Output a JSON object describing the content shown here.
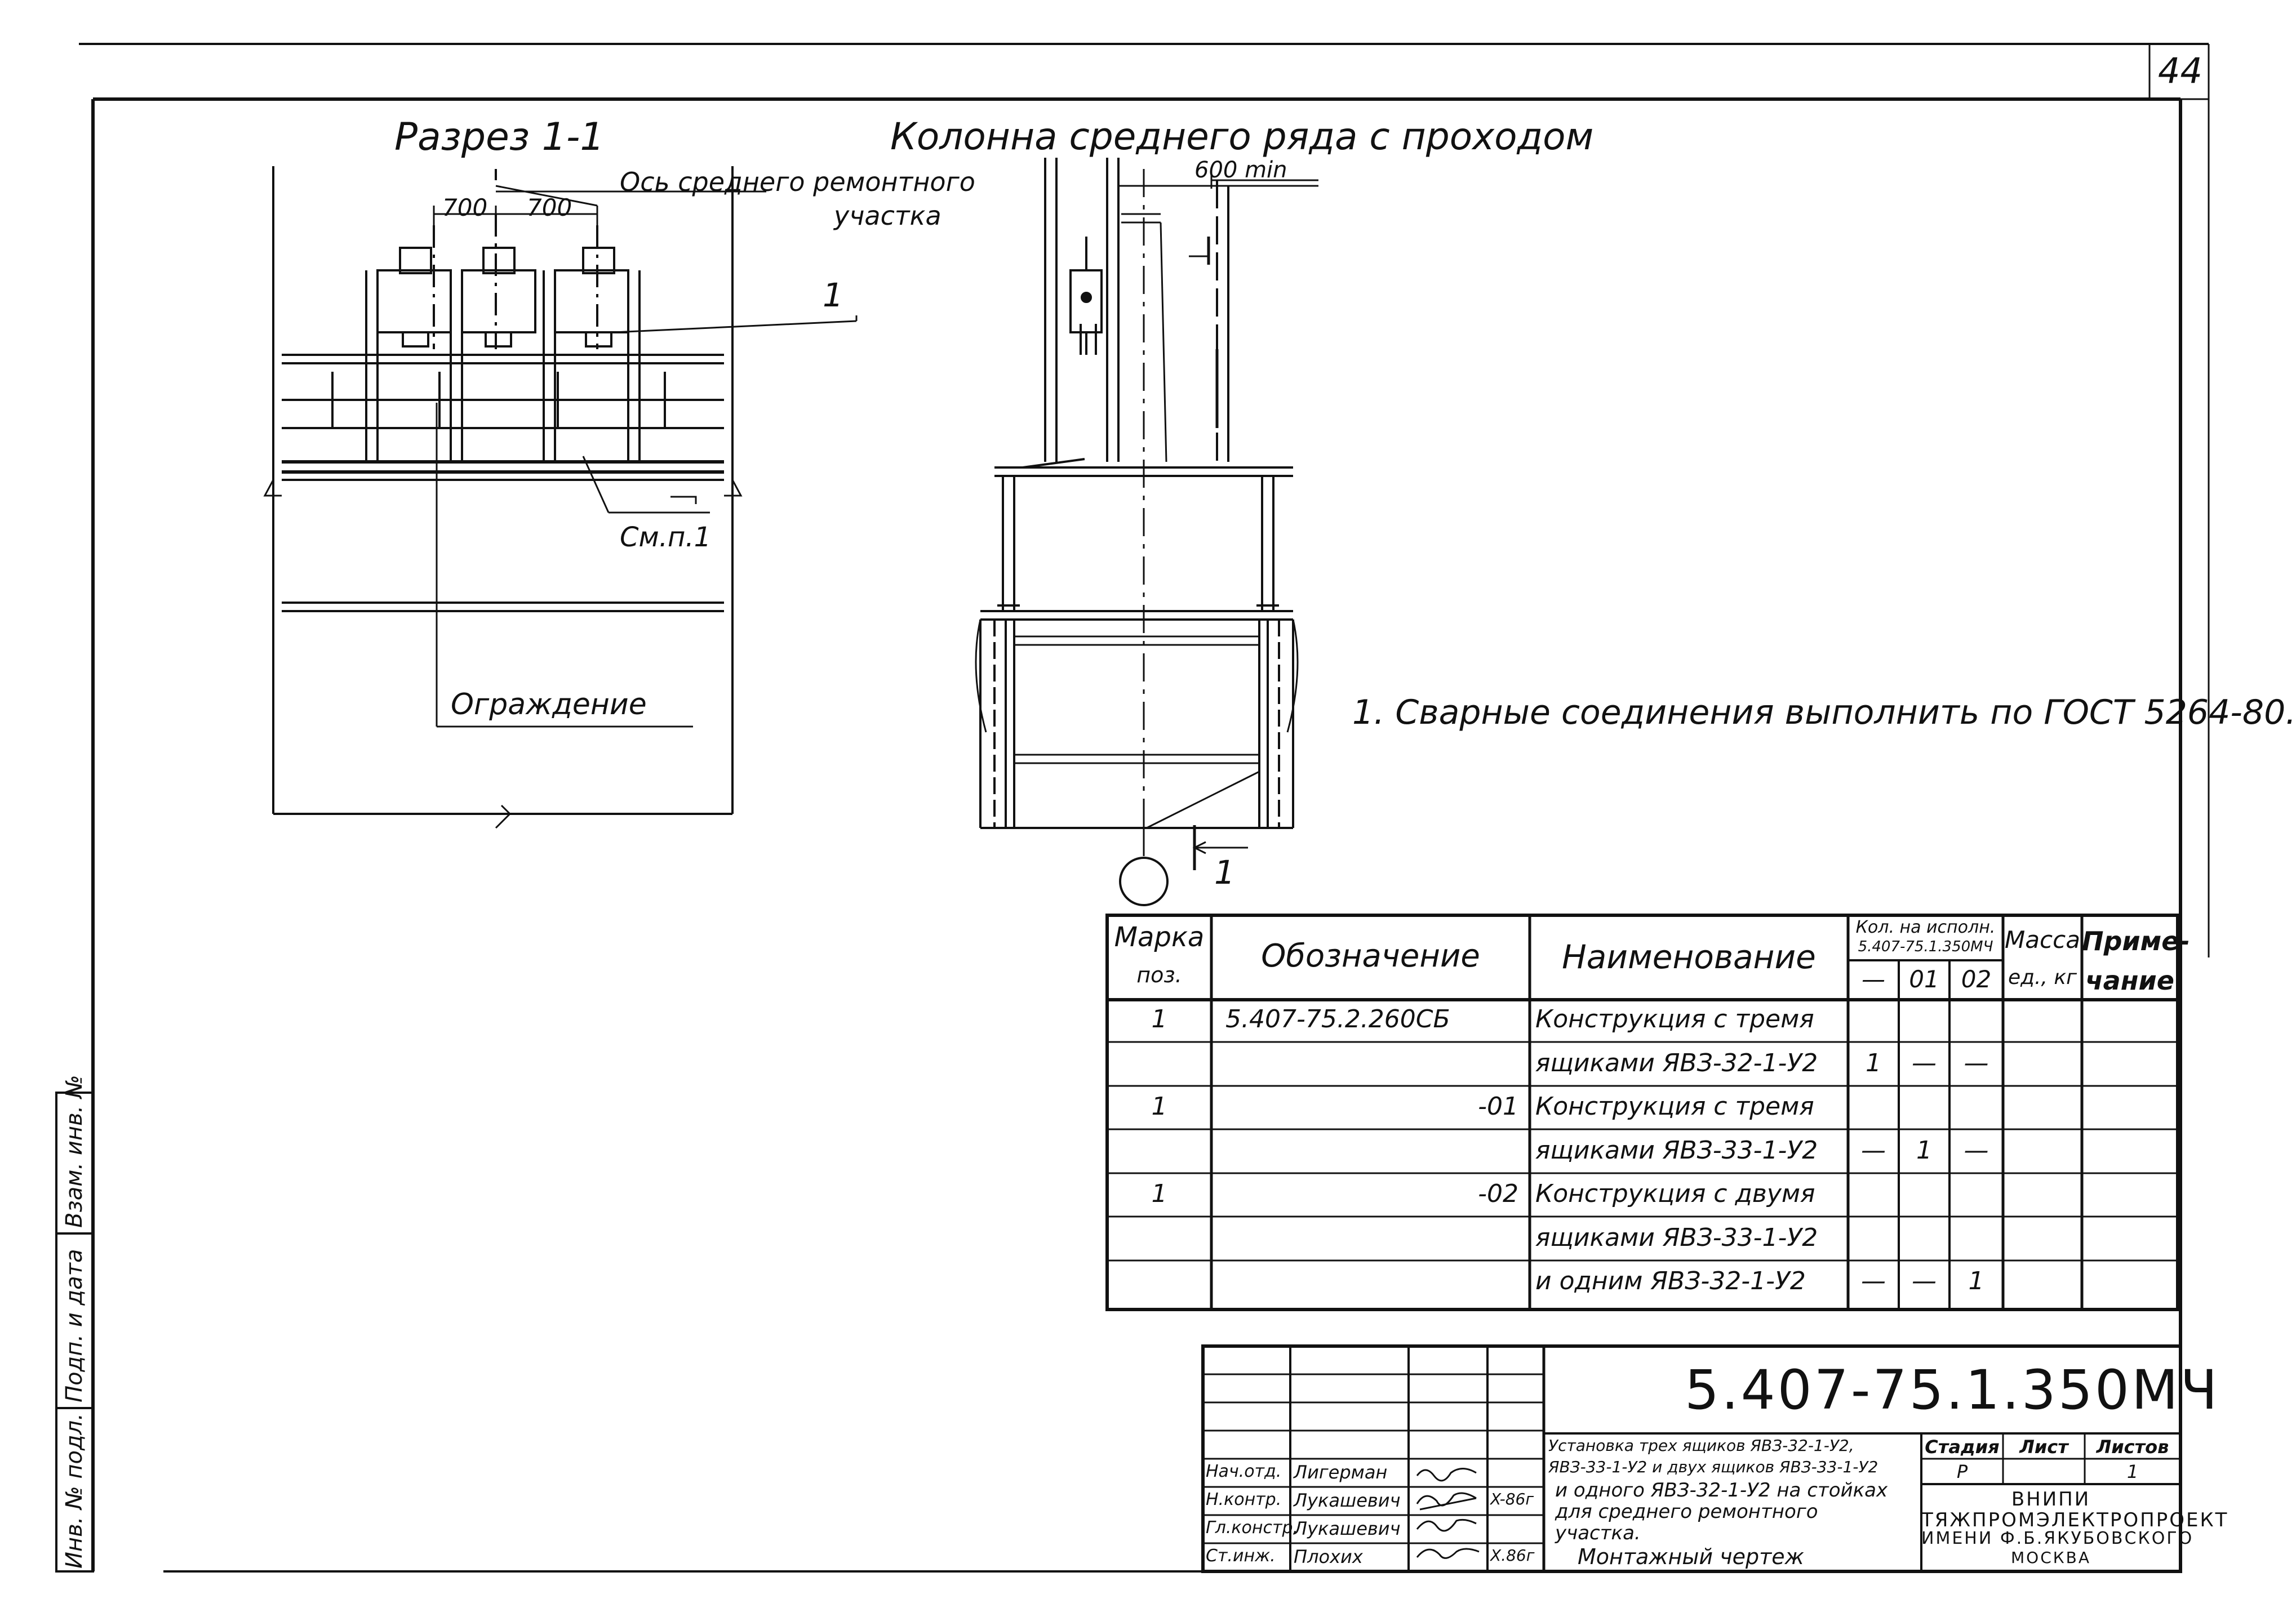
{
  "sheet": {
    "page_number": "44",
    "section_title": "Разрез 1-1",
    "column_title": "Колонна среднего ряда с проходом",
    "axis_label_line1": "Ось среднего ремонтного",
    "axis_label_line2": "участка",
    "dim_700_left": "700",
    "dim_700_right": "700",
    "dim_600": "600 min",
    "callout_1": "1",
    "see_note": "См.п.1",
    "fence_label": "Ограждение",
    "section_mark": "1",
    "note_1": "1. Сварные соединения выполнить по ГОСТ 5264-80."
  },
  "spec_table": {
    "headers": {
      "mark_line1": "Марка",
      "mark_line2": "поз.",
      "designation": "Обозначение",
      "name": "Наименование",
      "qty_line1": "Кол. на исполн.",
      "qty_line2": "5.407-75.1.350МЧ",
      "qty_cols": [
        "—",
        "01",
        "02"
      ],
      "mass_line1": "Масса",
      "mass_line2": "ед., кг",
      "note_line1": "Приме-",
      "note_line2": "чание"
    },
    "rows": [
      {
        "mark": "1",
        "designation": "5.407-75.2.260СБ",
        "name": "Конструкция с тремя",
        "q0": "",
        "q1": "",
        "q2": ""
      },
      {
        "mark": "",
        "designation": "",
        "name": "ящиками ЯВЗ-32-1-У2",
        "q0": "1",
        "q1": "—",
        "q2": "—"
      },
      {
        "mark": "1",
        "designation": "-01",
        "name": "Конструкция с тремя",
        "q0": "",
        "q1": "",
        "q2": ""
      },
      {
        "mark": "",
        "designation": "",
        "name": "ящиками ЯВЗ-33-1-У2",
        "q0": "—",
        "q1": "1",
        "q2": "—"
      },
      {
        "mark": "1",
        "designation": "-02",
        "name": "Конструкция с двумя",
        "q0": "",
        "q1": "",
        "q2": ""
      },
      {
        "mark": "",
        "designation": "",
        "name": "ящиками ЯВЗ-33-1-У2",
        "q0": "",
        "q1": "",
        "q2": ""
      },
      {
        "mark": "",
        "designation": "",
        "name": "и одним ЯВЗ-32-1-У2",
        "q0": "—",
        "q1": "—",
        "q2": "1"
      }
    ]
  },
  "title_block": {
    "doc_code": "5.407-75.1.350МЧ",
    "description_lines": [
      "Установка трех ящиков ЯВЗ-32-1-У2,",
      "ЯВЗ-33-1-У2 и двух ящиков ЯВЗ-33-1-У2",
      "и одного ЯВЗ-32-1-У2 на стойках",
      "для среднего ремонтного",
      "участка."
    ],
    "drawing_type": "Монтажный чертеж",
    "stage_label": "Стадия",
    "sheet_label": "Лист",
    "sheets_label": "Листов",
    "stage_value": "Р",
    "sheets_value": "1",
    "org_lines": [
      "ВНИПИ",
      "ТЯЖПРОМЭЛЕКТРОПРОЕКТ",
      "ИМЕНИ Ф.Б.ЯКУБОВСКОГО",
      "МОСКВА"
    ],
    "signatures": [
      {
        "role": "Нач.отд.",
        "name": "Лигерман",
        "date": ""
      },
      {
        "role": "Н.контр.",
        "name": "Лукашевич",
        "date": "X-86г"
      },
      {
        "role": "Гл.констр.",
        "name": "Лукашевич",
        "date": ""
      },
      {
        "role": "Ст.инж.",
        "name": "Плохих",
        "date": "X.86г"
      }
    ]
  },
  "side_stamp": {
    "inv_original": "Инв. № подл.",
    "sign_date": "Подп. и дата",
    "replace_inv": "Взам. инв. №"
  }
}
